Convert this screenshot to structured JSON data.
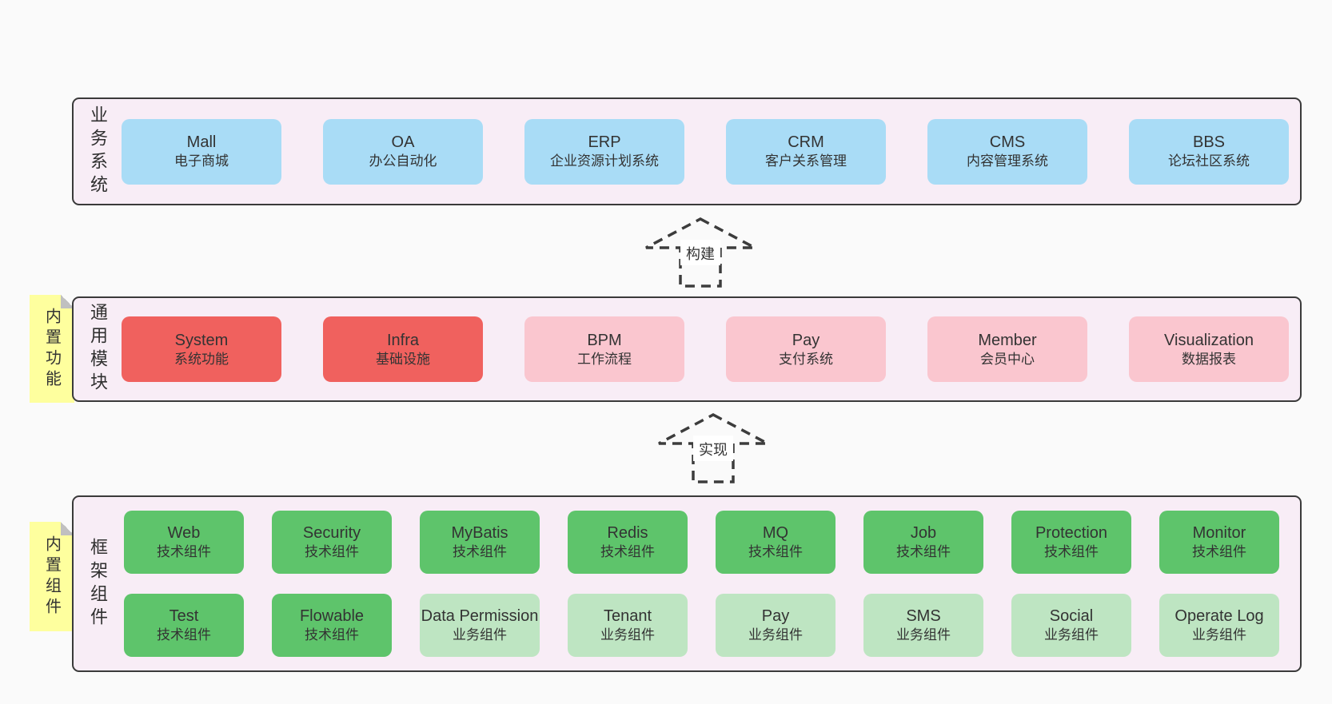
{
  "colors": {
    "page_bg": "#fafafa",
    "band_bg": "#f8edf6",
    "band_border": "#3a3a3a",
    "blue": "#a9dcf6",
    "red": "#f0615e",
    "pink": "#fac6cf",
    "green": "#5ec46b",
    "green_light": "#bee5c2",
    "sticky": "#feff9e",
    "fold": "#c0c0c0",
    "dash": "#3c3c3c",
    "text": "#333333"
  },
  "arrows": [
    {
      "label": "构建"
    },
    {
      "label": "实现"
    }
  ],
  "bands": [
    {
      "label": "业务系统",
      "sticky": null,
      "rows": [
        {
          "boxes": [
            {
              "title": "Mall",
              "subtitle": "电子商城",
              "variant": "blue"
            },
            {
              "title": "OA",
              "subtitle": "办公自动化",
              "variant": "blue"
            },
            {
              "title": "ERP",
              "subtitle": "企业资源计划系统",
              "variant": "blue"
            },
            {
              "title": "CRM",
              "subtitle": "客户关系管理",
              "variant": "blue"
            },
            {
              "title": "CMS",
              "subtitle": "内容管理系统",
              "variant": "blue"
            },
            {
              "title": "BBS",
              "subtitle": "论坛社区系统",
              "variant": "blue"
            }
          ]
        }
      ]
    },
    {
      "label": "通用模块",
      "sticky": "内置功能",
      "rows": [
        {
          "boxes": [
            {
              "title": "System",
              "subtitle": "系统功能",
              "variant": "red"
            },
            {
              "title": "Infra",
              "subtitle": "基础设施",
              "variant": "red"
            },
            {
              "title": "BPM",
              "subtitle": "工作流程",
              "variant": "pink"
            },
            {
              "title": "Pay",
              "subtitle": "支付系统",
              "variant": "pink"
            },
            {
              "title": "Member",
              "subtitle": "会员中心",
              "variant": "pink"
            },
            {
              "title": "Visualization",
              "subtitle": "数据报表",
              "variant": "pink"
            }
          ]
        }
      ]
    },
    {
      "label": "框架组件",
      "sticky": "内置组件",
      "rows": [
        {
          "boxes": [
            {
              "title": "Web",
              "subtitle": "技术组件",
              "variant": "green"
            },
            {
              "title": "Security",
              "subtitle": "技术组件",
              "variant": "green"
            },
            {
              "title": "MyBatis",
              "subtitle": "技术组件",
              "variant": "green"
            },
            {
              "title": "Redis",
              "subtitle": "技术组件",
              "variant": "green"
            },
            {
              "title": "MQ",
              "subtitle": "技术组件",
              "variant": "green"
            },
            {
              "title": "Job",
              "subtitle": "技术组件",
              "variant": "green"
            },
            {
              "title": "Protection",
              "subtitle": "技术组件",
              "variant": "green"
            },
            {
              "title": "Monitor",
              "subtitle": "技术组件",
              "variant": "green"
            }
          ]
        },
        {
          "boxes": [
            {
              "title": "Test",
              "subtitle": "技术组件",
              "variant": "green"
            },
            {
              "title": "Flowable",
              "subtitle": "技术组件",
              "variant": "green"
            },
            {
              "title": "Data Permission",
              "subtitle": "业务组件",
              "variant": "green-light"
            },
            {
              "title": "Tenant",
              "subtitle": "业务组件",
              "variant": "green-light"
            },
            {
              "title": "Pay",
              "subtitle": "业务组件",
              "variant": "green-light"
            },
            {
              "title": "SMS",
              "subtitle": "业务组件",
              "variant": "green-light"
            },
            {
              "title": "Social",
              "subtitle": "业务组件",
              "variant": "green-light"
            },
            {
              "title": "Operate Log",
              "subtitle": "业务组件",
              "variant": "green-light"
            }
          ]
        }
      ]
    }
  ]
}
